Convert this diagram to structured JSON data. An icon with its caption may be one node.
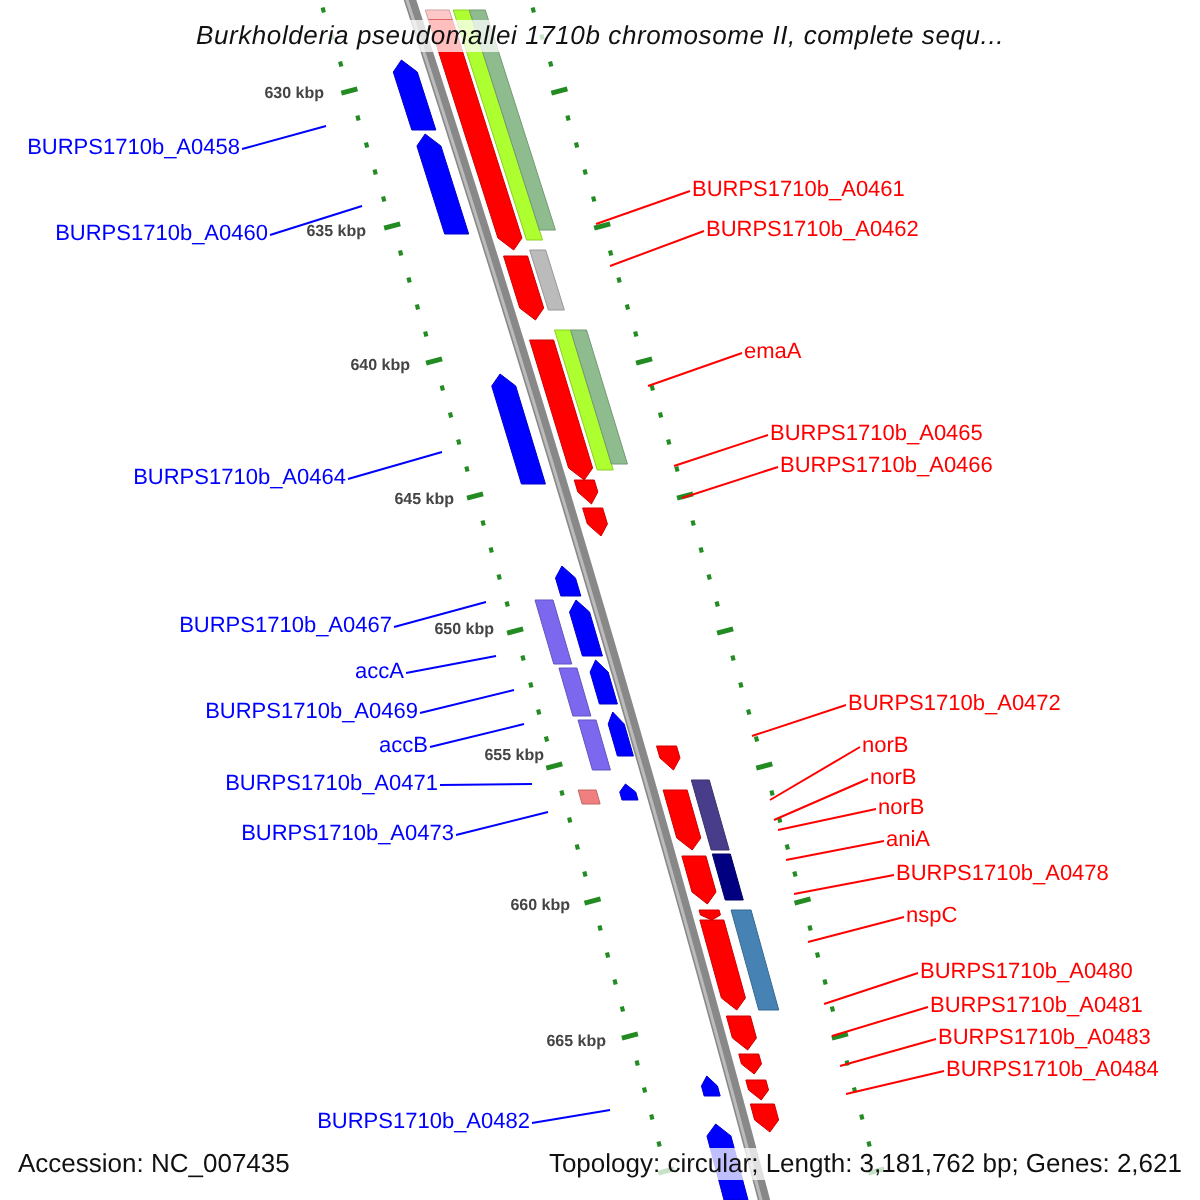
{
  "diagram": {
    "title": "Burkholderia pseudomallei 1710b chromosome II, complete sequ...",
    "nodes": [
      {
        "text": [
          "BURPS1710b_A0458"
        ]
      },
      {
        "text": [
          "BURPS1710b_A0461"
        ]
      },
      {
        "text": [
          "BURPS1710b_A0462"
        ]
      },
      {
        "text": [
          "BURPS1710b_A0460"
        ]
      },
      {
        "text": [
          "emaA"
        ]
      },
      {
        "text": [
          "BURPS1710b_A0465"
        ]
      },
      {
        "text": [
          "BURPS1710b_A0466"
        ]
      },
      {
        "text": [
          "BURPS1710b_A0464"
        ]
      },
      {
        "text": [
          "BURPS1710b_A0467"
        ]
      },
      {
        "text": [
          "accA"
        ]
      },
      {
        "text": [
          "BURPS1710b_A0472"
        ]
      },
      {
        "text": [
          "BURPS1710b_A0469"
        ]
      },
      {
        "text": [
          "accB"
        ]
      },
      {
        "text": [
          "norB"
        ]
      },
      {
        "text": [
          "norB"
        ]
      },
      {
        "text": [
          "BURPS1710b_A0471"
        ]
      },
      {
        "text": [
          "norB"
        ]
      },
      {
        "text": [
          "BURPS1710b_A0473"
        ]
      },
      {
        "text": [
          "aniA"
        ]
      },
      {
        "text": [
          "BURPS1710b_A0478"
        ]
      },
      {
        "text": [
          "nspC"
        ]
      },
      {
        "text": [
          "BURPS1710b_A0480"
        ]
      },
      {
        "text": [
          "BURPS1710b_A0481"
        ]
      },
      {
        "text": [
          "BURPS1710b_A0483"
        ]
      },
      {
        "text": [
          "BURPS1710b_A0484"
        ]
      },
      {
        "text": [
          "BURPS1710b_A0482"
        ]
      }
    ],
    "edges": [
      {
        "from": 0,
        "to": null,
        "arrow": "none",
        "color": "#0000ff"
      },
      {
        "from": 1,
        "to": null,
        "arrow": "none"
      },
      {
        "from": 2,
        "to": null,
        "arrow": "none"
      },
      {
        "from": 3,
        "to": null,
        "arrow": "none",
        "color": "#0000ff"
      },
      {
        "from": 4,
        "to": null,
        "arrow": "none"
      },
      {
        "from": 5,
        "to": null,
        "arrow": "none"
      },
      {
        "from": 6,
        "to": null,
        "arrow": "none"
      },
      {
        "from": 7,
        "to": null,
        "arrow": "none",
        "color": "#0000ff"
      },
      {
        "from": 8,
        "to": null,
        "arrow": "none",
        "color": "#0000ff"
      },
      {
        "from": 9,
        "to": null,
        "arrow": "none",
        "color": "#0000ff"
      },
      {
        "from": 10,
        "to": null,
        "arrow": "none"
      },
      {
        "from": 11,
        "to": null,
        "arrow": "none",
        "color": "#0000ff"
      },
      {
        "from": 12,
        "to": null,
        "arrow": "none",
        "color": "#0000ff"
      },
      {
        "from": 13,
        "to": null,
        "arrow": "none"
      },
      {
        "from": 14,
        "to": null,
        "arrow": "none"
      },
      {
        "from": 15,
        "to": null,
        "arrow": "none",
        "color": "#0000ff"
      },
      {
        "from": 16,
        "to": null,
        "arrow": "none"
      },
      {
        "from": 17,
        "to": null,
        "arrow": "none",
        "color": "#0000ff"
      },
      {
        "from": 18,
        "to": null,
        "arrow": "none"
      },
      {
        "from": 19,
        "to": null,
        "arrow": "none"
      },
      {
        "from": 20,
        "to": null,
        "arrow": "none"
      },
      {
        "from": 21,
        "to": null,
        "arrow": "none"
      },
      {
        "from": 22,
        "to": null,
        "arrow": "none"
      },
      {
        "from": 23,
        "to": null,
        "arrow": "none"
      },
      {
        "from": 24,
        "to": null,
        "arrow": "none"
      },
      {
        "from": 25,
        "to": null,
        "arrow": "none",
        "color": "#0000ff"
      }
    ],
    "labels": [
      "630 kbp",
      "635 kbp",
      "640 kbp",
      "645 kbp",
      "650 kbp",
      "655 kbp",
      "660 kbp",
      "665 kbp",
      "Accession: NC_007435",
      "Topology: circular; Length: 3,181,762 bp; Genes: 2,621"
    ]
  }
}
